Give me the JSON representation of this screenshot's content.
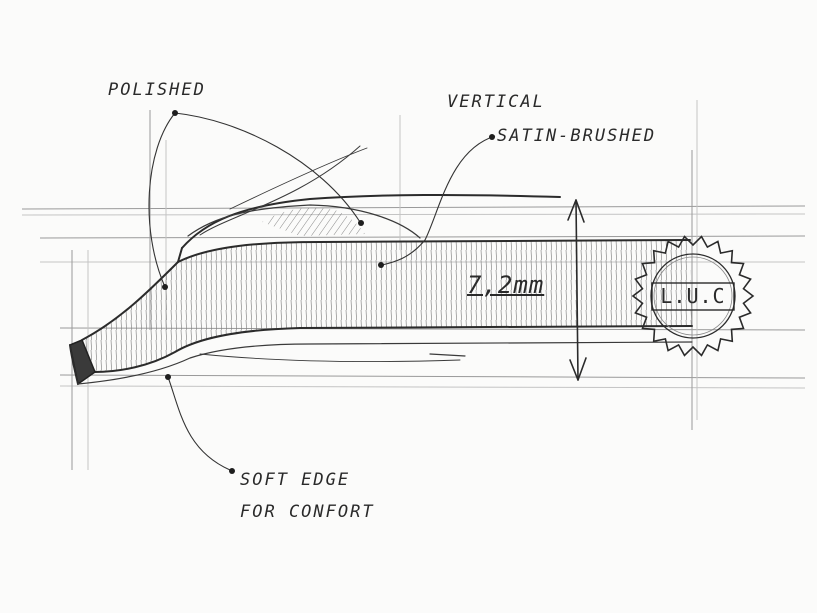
{
  "annotations": {
    "polished": "POLISHED",
    "vertical": "VERTICAL",
    "satin_brushed": "SATIN-BRUSHED",
    "soft_edge_line1": "SOFT EDGE",
    "soft_edge_line2": "FOR CONFORT",
    "dimension": "7,2mm"
  },
  "seal": {
    "text": "L.U.C"
  },
  "palette": {
    "paper": "#fbfbfa",
    "graphite": "#2b2b2b",
    "guide": "#9a9a9a"
  }
}
